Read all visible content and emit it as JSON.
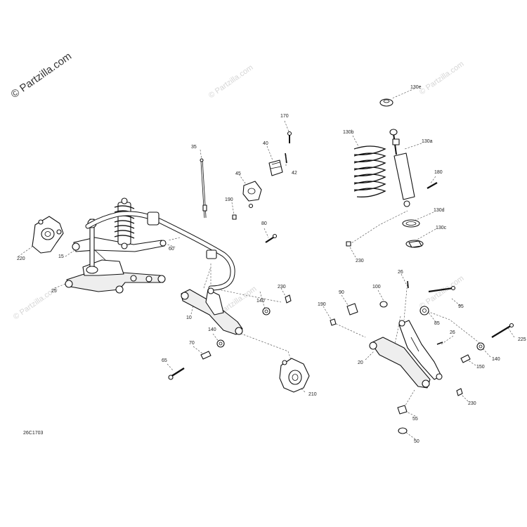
{
  "watermarks": {
    "main": "© Partzilla.com",
    "repeat": "© Partzilla.com"
  },
  "diagram_code": "26C1703",
  "callouts": {
    "c10": "10",
    "c15": "15",
    "c20": "20",
    "c25": "25",
    "c26": "26",
    "c35": "35",
    "c40": "40",
    "c42": "42",
    "c45": "45",
    "c50": "50",
    "c55": "55",
    "c60": "60",
    "c65": "65",
    "c70": "70",
    "c80": "80",
    "c85": "85",
    "c90": "90",
    "c95": "95",
    "c100": "100",
    "c130a": "130a",
    "c130b": "130b",
    "c130c": "130c",
    "c130d": "130d",
    "c130e": "130e",
    "c140": "140",
    "c150": "150",
    "c170": "170",
    "c180": "180",
    "c190": "190",
    "c210": "210",
    "c220": "220",
    "c225": "225",
    "c230": "230"
  }
}
